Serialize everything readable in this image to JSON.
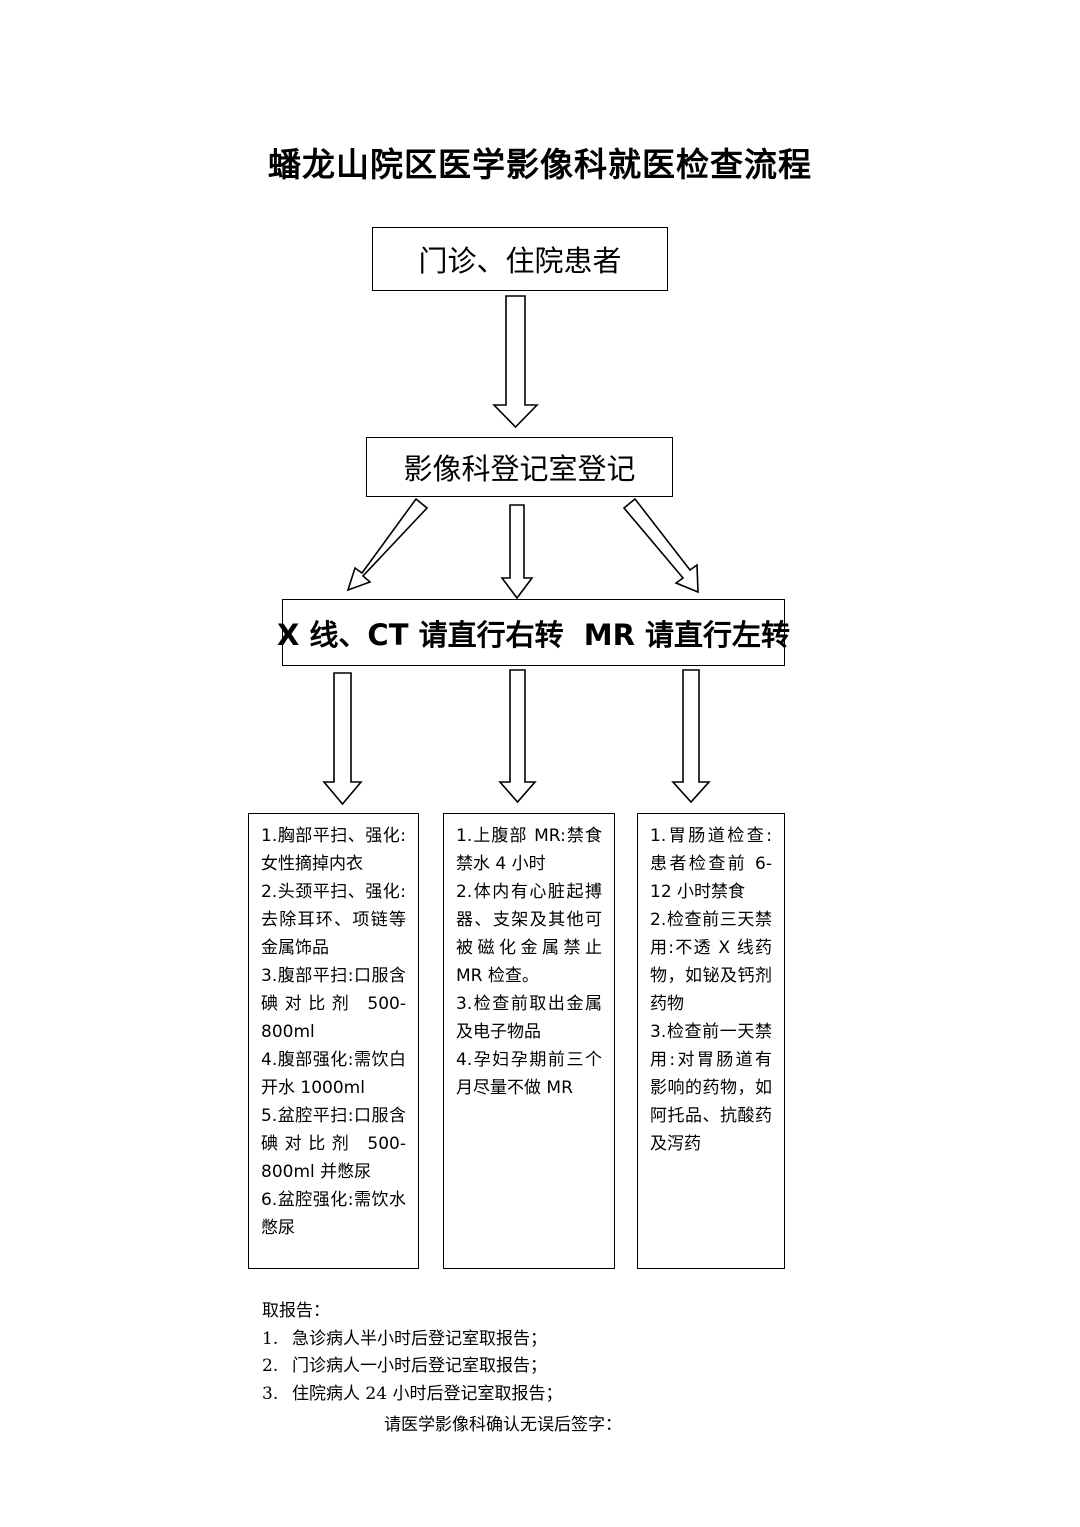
{
  "title": "蟠龙山院区医学影像科就医检查流程",
  "steps": {
    "patients": "门诊、住院患者",
    "register": "影像科登记室登记",
    "direction": "X 线、CT 请直行右转  MR 请直行左转"
  },
  "notes": {
    "xray_ct": [
      "1.胸部平扫、强化:女性摘掉内衣",
      "2.头颈平扫、强化:去除耳环、项链等金属饰品",
      "3.腹部平扫:口服含碘对比剂 500-800ml",
      "4.腹部强化:需饮白开水 1000ml",
      "5.盆腔平扫:口服含碘对比剂 500-800ml 并憋尿",
      "6.盆腔强化:需饮水憋尿"
    ],
    "mr": [
      "1.上腹部 MR:禁食禁水 4 小时",
      "2.体内有心脏起搏器、支架及其他可被磁化金属禁止 MR 检查。",
      "3.检查前取出金属及电子物品",
      "4.孕妇孕期前三个月尽量不做 MR"
    ],
    "gi": [
      "1.胃肠道检查:患者检查前 6-12 小时禁食",
      "2.检查前三天禁用:不透 X 线药物，如铋及钙剂药物",
      "3.检查前一天禁用:对胃肠道有影响的药物，如阿托品、抗酸药及泻药"
    ]
  },
  "report": {
    "heading": "取报告：",
    "items": [
      {
        "num": "1.",
        "text": "急诊病人半小时后登记室取报告；"
      },
      {
        "num": "2.",
        "text": "门诊病人一小时后登记室取报告；"
      },
      {
        "num": "3.",
        "text": "住院病人 24 小时后登记室取报告；"
      }
    ],
    "sign": "请医学影像科确认无误后签字："
  }
}
